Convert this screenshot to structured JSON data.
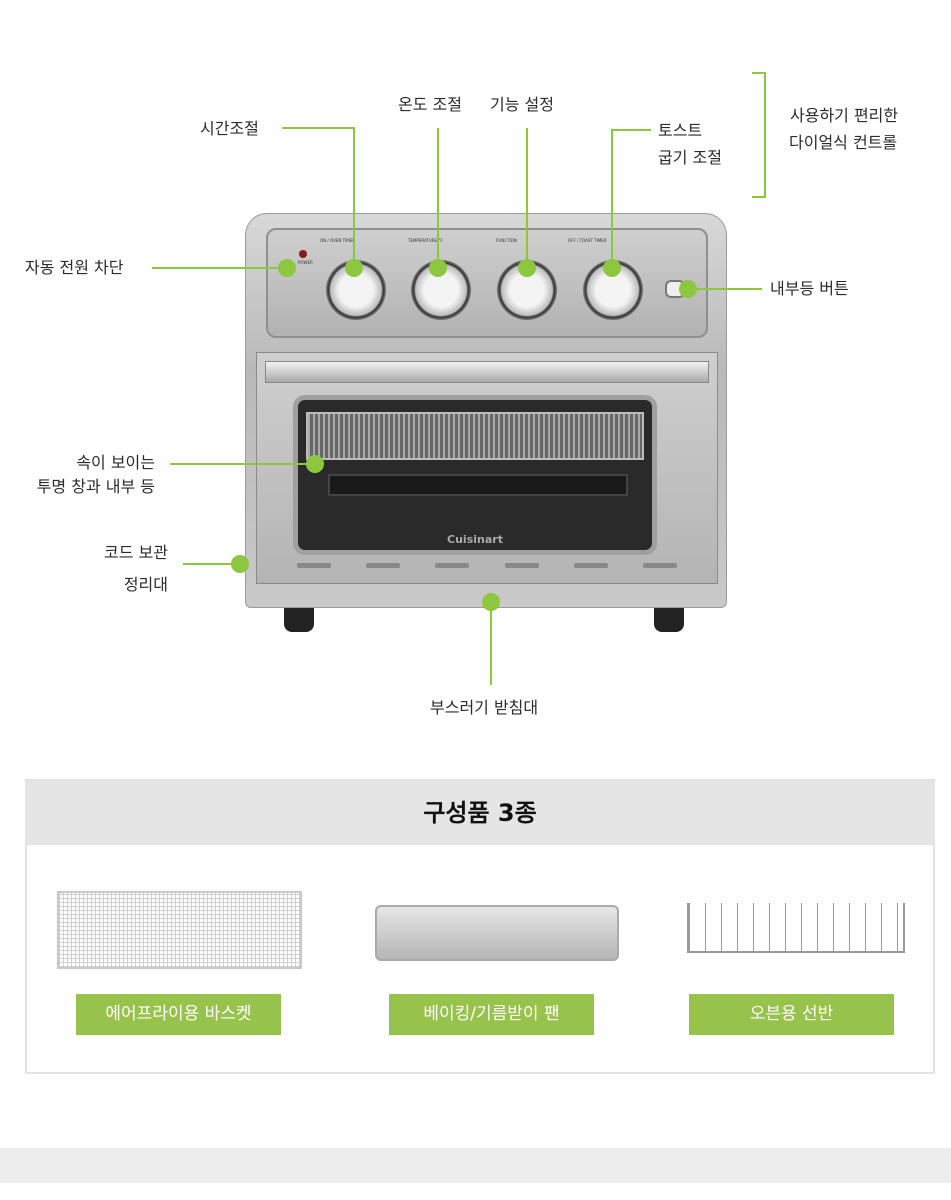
{
  "callouts": {
    "timer": "시간조절",
    "temperature": "온도 조절",
    "function": "기능 설정",
    "toast_line1": "토스트",
    "toast_line2": "굽기 조절",
    "dial_note_line1": "사용하기 편리한",
    "dial_note_line2": "다이얼식 컨트롤",
    "auto_off": "자동 전원 차단",
    "light_button": "내부등 버튼",
    "window_line1": "속이 보이는",
    "window_line2": "투명 창과 내부 등",
    "cord_line1": "코드 보관",
    "cord_line2": "정리대",
    "crumb_tray": "부스러기 받침대"
  },
  "oven_panel": {
    "timer_label": "ON / OVEN TIMER",
    "temp_label": "TEMPERATURE °F",
    "function_label": "FUNCTION",
    "toast_label": "OFF / TOAST TIMER",
    "power_label": "POWER",
    "brand": "Cuisinart"
  },
  "components": {
    "title": "구성품 3종",
    "items": [
      {
        "label": "에어프라이용 바스켓"
      },
      {
        "label": "베이킹/기름받이 팬"
      },
      {
        "label": "오븐용 선반"
      }
    ]
  },
  "colors": {
    "accent": "#8dc63f",
    "tag": "#97c24c"
  }
}
